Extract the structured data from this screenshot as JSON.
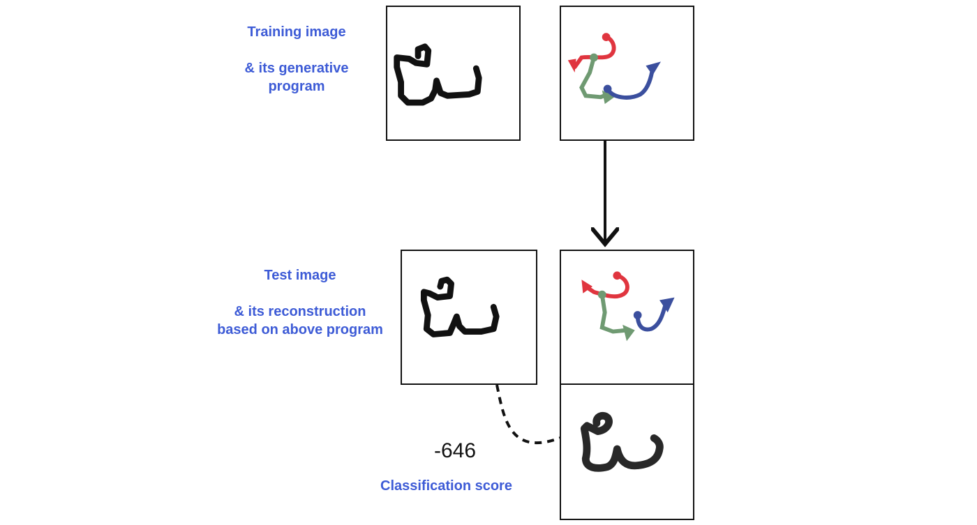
{
  "training": {
    "title": "Training image",
    "subtitle_line1": "& its generative",
    "subtitle_line2": "program"
  },
  "test": {
    "title": "Test image",
    "subtitle_line1": "& its reconstruction",
    "subtitle_line2": "based on above program"
  },
  "score": {
    "value": "-646",
    "label": "Classification score"
  },
  "stroke_colors": {
    "stroke1": "#e0353f",
    "stroke2": "#6f9a72",
    "stroke3": "#3b4f9e",
    "ink": "#111111",
    "caption": "#3d5bd6"
  }
}
